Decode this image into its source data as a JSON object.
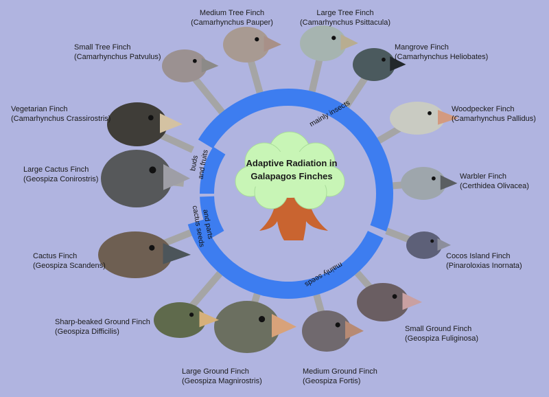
{
  "title": [
    "Adaptive Radiation in",
    "Galapagos Finches"
  ],
  "diets": {
    "insects": "mainly insects",
    "seeds": "mainly seeds",
    "buds": [
      "buds",
      "and fruits"
    ],
    "cactus": [
      "cactus seeds",
      "and parts"
    ]
  },
  "colors": {
    "background": "#b0b4e0",
    "ring": "#3d7df0",
    "spokes": "#a5a5a5",
    "foliage": "#c8f5b6",
    "trunk": "#c96430"
  },
  "finches": [
    {
      "name": "Medium Tree Finch",
      "species": "(Camarhynchus Pauper)"
    },
    {
      "name": "Large Tree Finch",
      "species": "(Camarhynchus Psittacula)"
    },
    {
      "name": "Mangrove Finch",
      "species": "(Camarhynchus Heliobates)"
    },
    {
      "name": "Woodpecker Finch",
      "species": "(Camarhynchus Pallidus)"
    },
    {
      "name": "Warbler Finch",
      "species": "(Certhidea Olivacea)"
    },
    {
      "name": "Cocos Island Finch",
      "species": "(Pinaroloxias Inornata)"
    },
    {
      "name": "Small Ground Finch",
      "species": "(Geospiza Fuliginosa)"
    },
    {
      "name": "Medium Ground Finch",
      "species": "(Geospiza Fortis)"
    },
    {
      "name": "Large Ground Finch",
      "species": "(Geospiza Magnirostris)"
    },
    {
      "name": "Sharp-beaked Ground Finch",
      "species": "(Geospiza Difficilis)"
    },
    {
      "name": "Cactus Finch",
      "species": "(Geospiza Scandens)"
    },
    {
      "name": "Large Cactus Finch",
      "species": "(Geospiza Conirostris)"
    },
    {
      "name": "Vegetarian Finch",
      "species": "(Camarhynchus Crassirostris)"
    },
    {
      "name": "Small Tree Finch",
      "species": "(Camarhynchus Patvulus)"
    }
  ]
}
